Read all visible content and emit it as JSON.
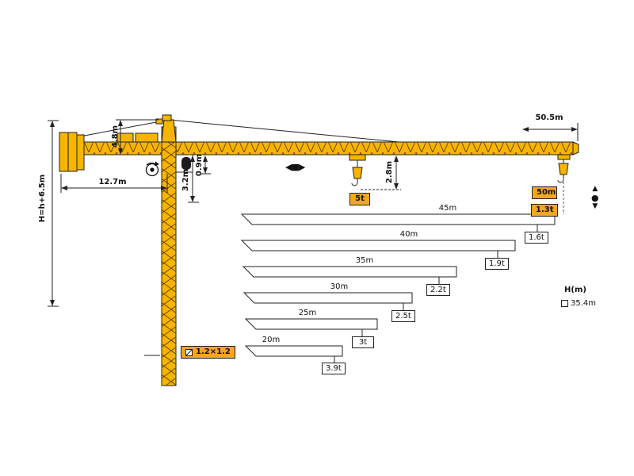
{
  "dims": {
    "tower_head": "4.8m",
    "counter_jib": "12.7m",
    "jib_total": "50.5m",
    "height_formula": "H=h+6.5m",
    "below_jib": "3.2m",
    "trolley_clearance": "0.9m",
    "hook_drop": "2.8m"
  },
  "loads": {
    "trolley_load": "5t",
    "tip_radius": "50m",
    "tip_load": "1.3t"
  },
  "mast_section": {
    "value": "1.2×1.2"
  },
  "height_scale": {
    "label": "H(m)",
    "value": "35.4m"
  },
  "glyphs": {
    "up": "▲",
    "dot": "●",
    "down": "▼",
    "trolley": "◀■▶"
  },
  "load_chart": {
    "bars": [
      {
        "length": "45m",
        "capacity": "1.6t"
      },
      {
        "length": "40m",
        "capacity": "1.9t"
      },
      {
        "length": "35m",
        "capacity": "2.2t"
      },
      {
        "length": "30m",
        "capacity": "2.5t"
      },
      {
        "length": "25m",
        "capacity": "3t"
      },
      {
        "length": "20m",
        "capacity": "3.9t"
      }
    ]
  },
  "chart_data": {
    "type": "table",
    "columns": [
      "jib_length",
      "capacity_at_tip"
    ],
    "rows": [
      [
        "50m",
        "1.3t"
      ],
      [
        "45m",
        "1.6t"
      ],
      [
        "40m",
        "1.9t"
      ],
      [
        "35m",
        "2.2t"
      ],
      [
        "30m",
        "2.5t"
      ],
      [
        "25m",
        "3t"
      ],
      [
        "20m",
        "3.9t"
      ]
    ]
  }
}
